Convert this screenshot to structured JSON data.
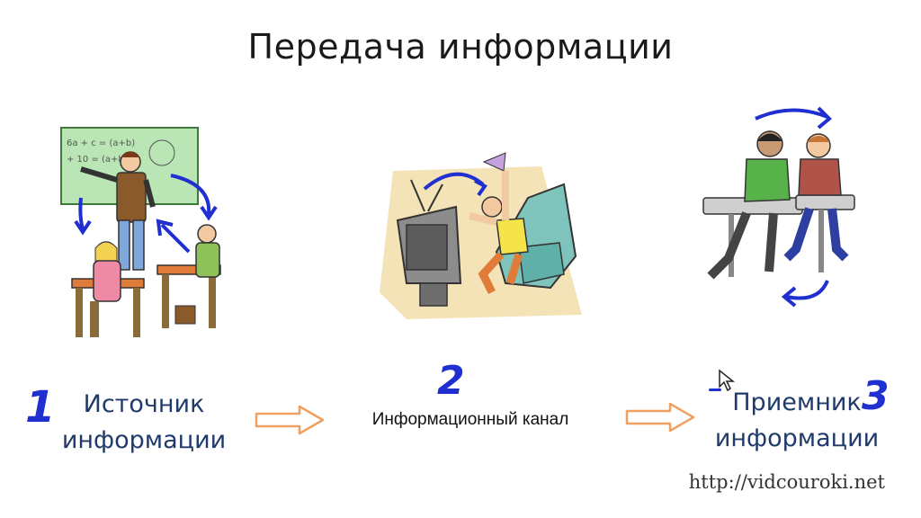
{
  "title": "Передача информации",
  "stages": {
    "source": {
      "number": "1",
      "label_line1": "Источник",
      "label_line2": "информации"
    },
    "channel": {
      "number": "2",
      "label": "Информационный канал"
    },
    "receiver": {
      "number": "3",
      "label_line1": "Приемник",
      "label_line2": "информации"
    }
  },
  "watermark": "http://vidcouroki.net",
  "colors": {
    "handwriting_blue": "#1f2fd0",
    "label_blue": "#1f3a6b",
    "flow_arrow_orange": "#f0a060"
  },
  "icons": [
    "teacher-classroom-illustration",
    "tv-viewer-illustration",
    "students-at-desk-illustration",
    "flow-arrow-icon",
    "mouse-cursor-icon"
  ]
}
